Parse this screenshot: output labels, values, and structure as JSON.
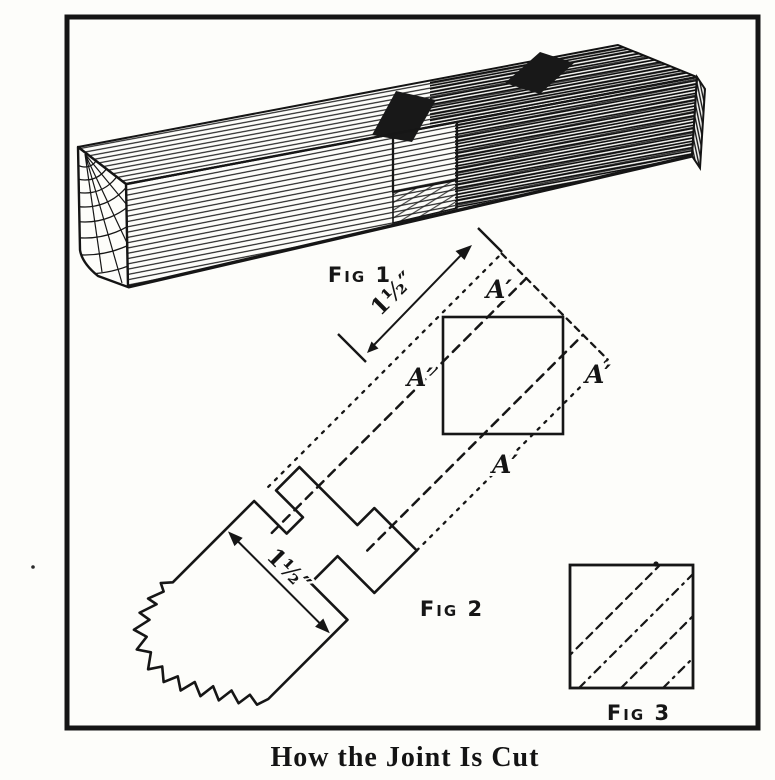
{
  "caption": "How the Joint Is Cut",
  "fig1": {
    "label": "Fig 1"
  },
  "fig2": {
    "label": "Fig 2",
    "band_width_dimension": "1½″",
    "piece_width_dimension": "1½″",
    "cut_labels": {
      "top": "A′",
      "left": "A′",
      "right": "A′",
      "bottom": "A′"
    }
  },
  "fig3": {
    "label": "Fig 3"
  },
  "colors": {
    "ink": "#161616",
    "paper": "#fdfdfa"
  }
}
